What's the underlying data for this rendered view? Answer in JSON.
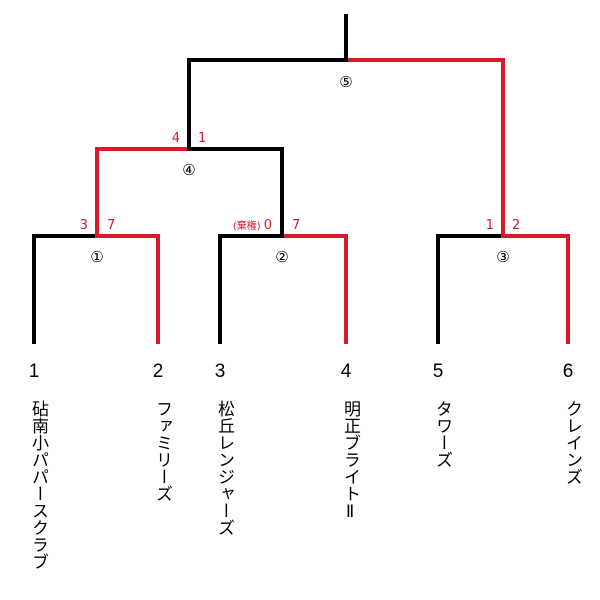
{
  "colors": {
    "win": "#d7192a",
    "loss": "#000000"
  },
  "teams": [
    {
      "seed": "1",
      "name": "砧南小パパースクラブ"
    },
    {
      "seed": "2",
      "name": "ファミリーズ"
    },
    {
      "seed": "3",
      "name": "松丘レンジャーズ"
    },
    {
      "seed": "4",
      "name": "明正ブライトⅡ"
    },
    {
      "seed": "5",
      "name": "タワーズ"
    },
    {
      "seed": "6",
      "name": "クレインズ"
    }
  ],
  "matches": [
    {
      "number": "①",
      "left_score": "3",
      "right_score": "7"
    },
    {
      "number": "②",
      "left_note": "(棄権)",
      "left_score": "0",
      "right_score": "7"
    },
    {
      "number": "③",
      "left_score": "1",
      "right_score": "2"
    },
    {
      "number": "④",
      "left_score": "4",
      "right_score": "1"
    },
    {
      "number": "⑤"
    }
  ]
}
